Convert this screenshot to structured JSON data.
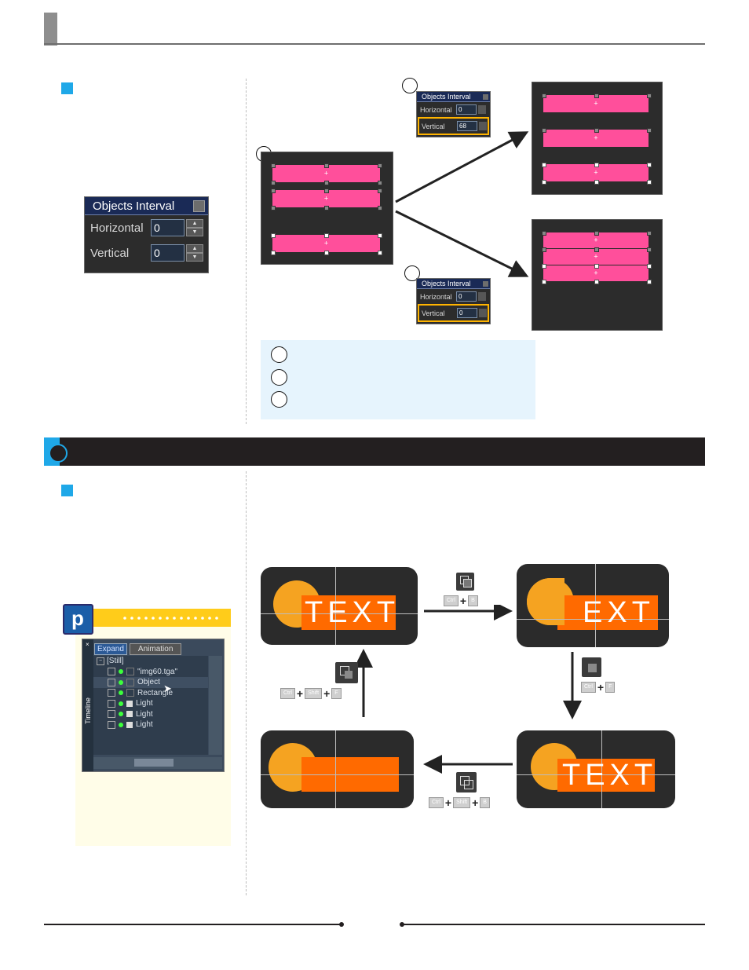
{
  "dialog_big": {
    "title": "Objects Interval",
    "labels": [
      "Horizontal",
      "Vertical"
    ],
    "values": [
      "0",
      "0"
    ]
  },
  "dialog_small_1": {
    "title": "Objects Interval",
    "labels": [
      "Horizontal",
      "Vertical"
    ],
    "values": [
      "0",
      "68"
    ]
  },
  "dialog_small_2": {
    "title": "Objects Interval",
    "labels": [
      "Horizontal",
      "Vertical"
    ],
    "values": [
      "0",
      "0"
    ]
  },
  "timeline": {
    "tabs": [
      "Expand",
      "Animation"
    ],
    "side_label": "Timeline",
    "rows": [
      "[Still]",
      "\"img60.tga\"",
      "Object",
      "Rectangle",
      "Light",
      "Light",
      "Light"
    ]
  },
  "thumbs": {
    "text_full": "TEXT",
    "text_ext": "EXT"
  },
  "shortcuts": {
    "top": [
      "Ctrl",
      "B"
    ],
    "right": [
      "Ctrl",
      "F"
    ],
    "bottom": [
      "Ctrl",
      "Shift",
      "B"
    ],
    "left": [
      "Ctrl",
      "Shift",
      "F"
    ]
  },
  "colors": {
    "accent": "#1fa8e8",
    "pink": "#ff4f9b",
    "orange": "#ff6a00",
    "tip_yellow": "#ffcc1a"
  }
}
